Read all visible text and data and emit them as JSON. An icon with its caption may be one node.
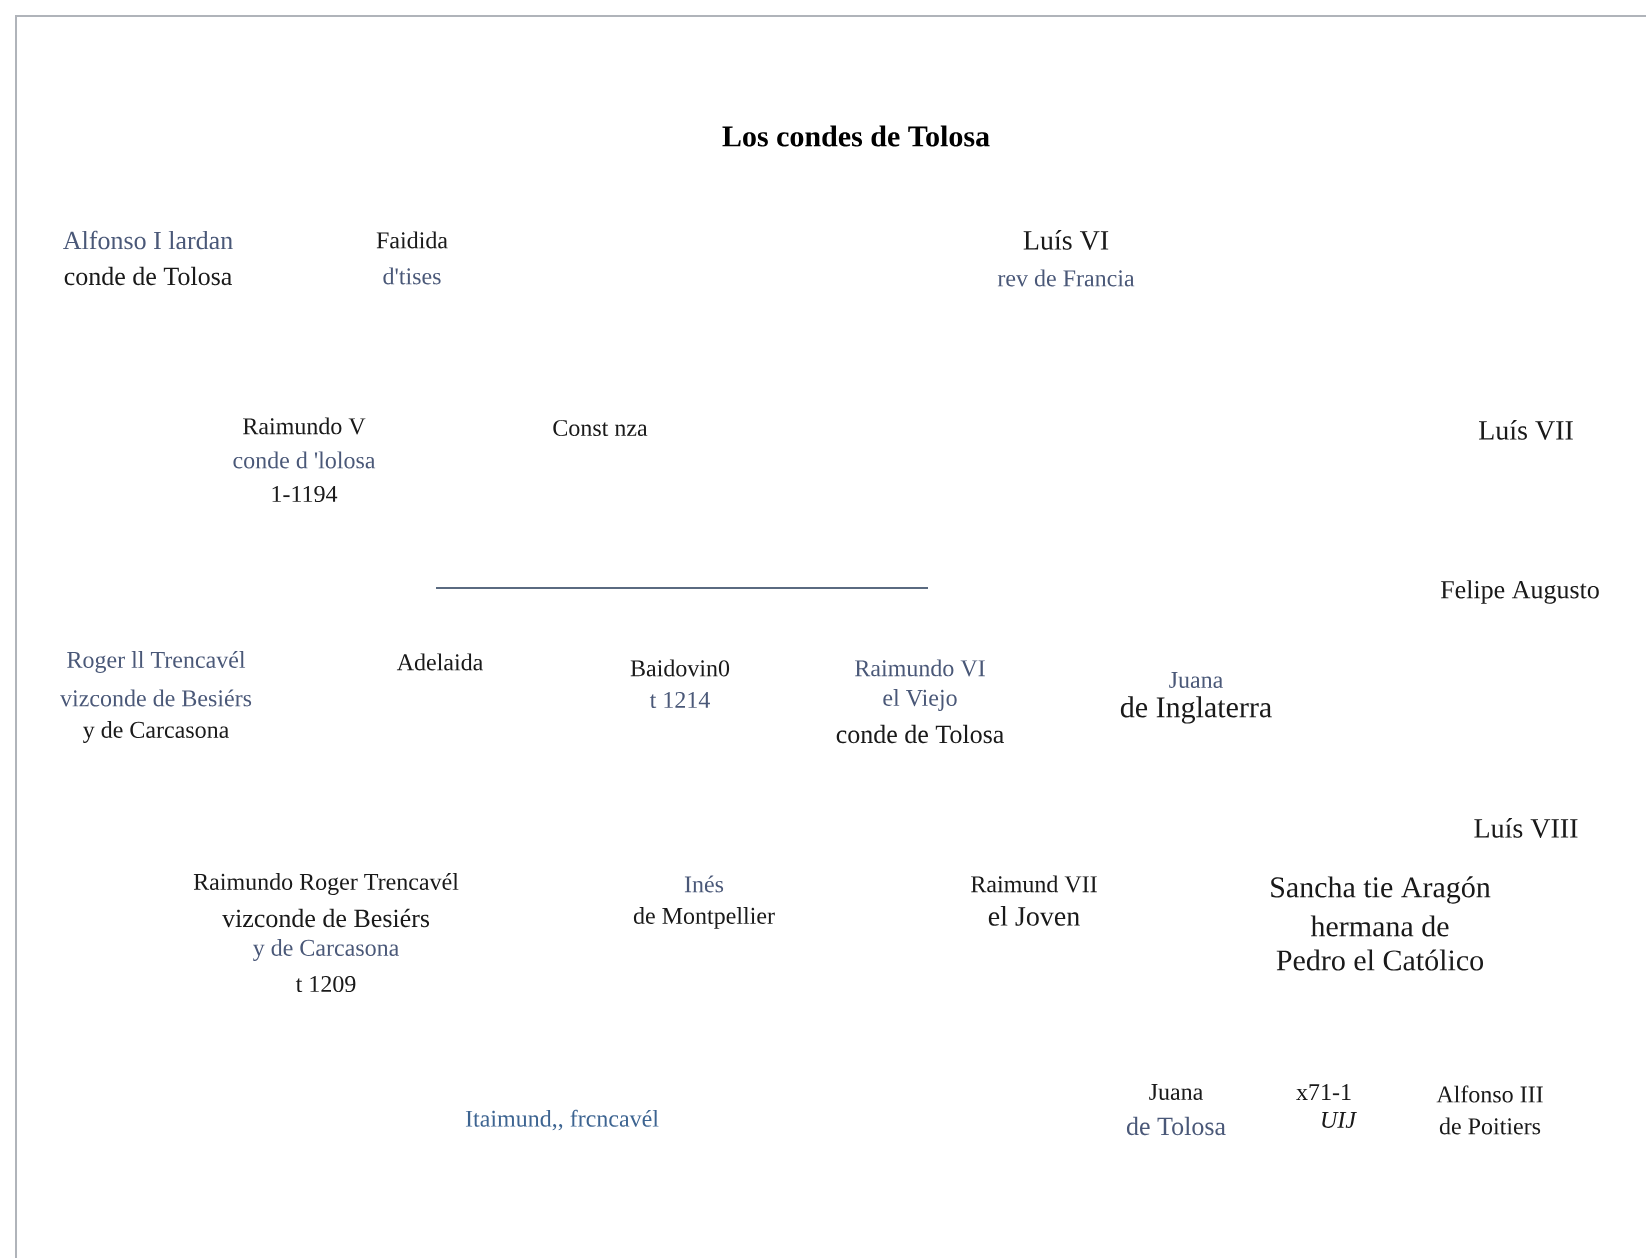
{
  "diagram": {
    "title": "Los condes de Tolosa",
    "labels": [
      "Alfonso I lardan",
      "conde de Tolosa",
      "Faidida",
      "d'tises",
      "Luís VI",
      "rev de Francia",
      "Raimundo V",
      "conde d 'lolosa",
      "1-1194",
      "Const nza",
      "Luís VII",
      "Felipe Augusto",
      "Roger ll Trencavél",
      "vizconde de Besiérs",
      "y de Carcasona",
      "Adelaida",
      "Baidovin0",
      "t 1214",
      "Raimundo VI",
      "el Viejo",
      "conde de Tolosa",
      "Juana",
      "de Inglaterra",
      "Luís VIII",
      "Raimundo Roger Trencavél",
      "vizconde de Besiérs",
      "y de Carcasona",
      "t 1209",
      "Inés",
      "de Montpellier",
      "Raimund VII",
      "el Joven",
      "Sancha tie Aragón",
      "hermana de",
      "Pedro el Católico",
      "Itaimund,, frcncavél",
      "Juana",
      "de Tolosa",
      "x71-1",
      "UIJ",
      "Alfonso III",
      "de Poitiers"
    ]
  }
}
